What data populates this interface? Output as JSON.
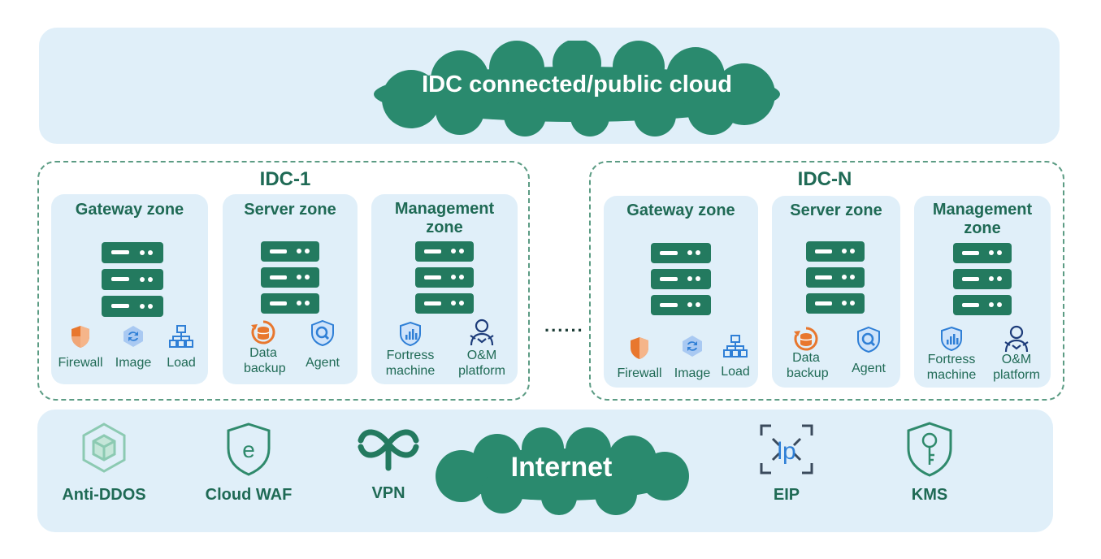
{
  "top": {
    "cloud_label": "IDC connected/public cloud"
  },
  "idcs": [
    {
      "title": "IDC-1",
      "zones": [
        {
          "title": "Gateway zone",
          "items": [
            "Firewall",
            "Image",
            "Load"
          ]
        },
        {
          "title": "Server zone",
          "items": [
            "Data backup",
            "Agent"
          ]
        },
        {
          "title": "Management zone",
          "items": [
            "Fortress machine",
            "O&M platform"
          ]
        }
      ]
    },
    {
      "title": "IDC-N",
      "zones": [
        {
          "title": "Gateway zone",
          "items": [
            "Firewall",
            "Image",
            "Load"
          ]
        },
        {
          "title": "Server zone",
          "items": [
            "Data backup",
            "Agent"
          ]
        },
        {
          "title": "Management zone",
          "items": [
            "Fortress machine",
            "O&M platform"
          ]
        }
      ]
    }
  ],
  "ellipsis": "......",
  "bottom": {
    "cloud_label": "Internet",
    "services": [
      {
        "label": "Anti-DDOS",
        "icon": "anti-ddos-icon"
      },
      {
        "label": "Cloud WAF",
        "icon": "cloud-waf-icon"
      },
      {
        "label": "VPN",
        "icon": "vpn-icon"
      },
      {
        "label": "EIP",
        "icon": "eip-icon"
      },
      {
        "label": "KMS",
        "icon": "kms-icon"
      }
    ]
  },
  "colors": {
    "band": "#e0eff9",
    "cloud": "#2a8a6e",
    "text": "#1f6a55",
    "server": "#237a5f",
    "accent_orange": "#e8772e",
    "accent_blue": "#2f7fd6"
  }
}
